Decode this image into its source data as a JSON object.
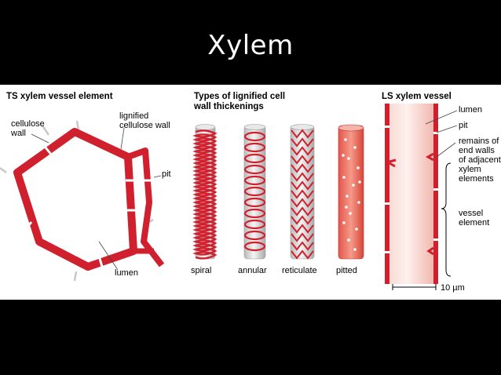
{
  "slide": {
    "title": "Xylem"
  },
  "ts": {
    "heading": "TS xylem vessel element",
    "cellulose_wall": "cellulose wall",
    "lignified_wall": "lignified cellulose wall",
    "pit": "pit",
    "lumen": "lumen"
  },
  "types": {
    "heading": "Types of lignified cell wall thickenings",
    "labels": [
      "spiral",
      "annular",
      "reticulate",
      "pitted"
    ]
  },
  "ls": {
    "heading": "LS xylem vessel",
    "lumen": "lumen",
    "pit": "pit",
    "remains": "remains of end walls of adjacent xylem elements",
    "vessel_element": "vessel element",
    "scale": "10 µm"
  },
  "colors": {
    "lignin": "#d0202e",
    "cellulose": "#c8c8c8",
    "vessel_fill": "#f3c3bd",
    "background": "#000000"
  }
}
